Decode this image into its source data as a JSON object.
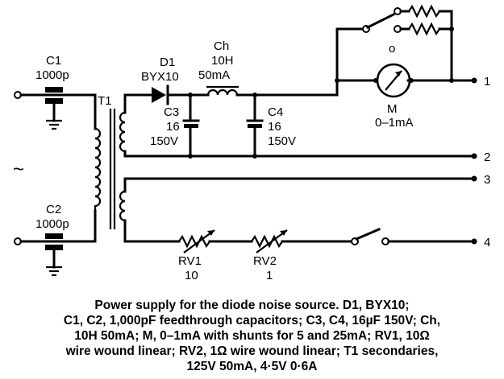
{
  "components": {
    "c1": {
      "ref": "C1",
      "value": "1000p"
    },
    "c2": {
      "ref": "C2",
      "value": "1000p"
    },
    "t1": {
      "ref": "T1"
    },
    "d1": {
      "ref": "D1",
      "value": "BYX10"
    },
    "ch": {
      "ref": "Ch",
      "inductance": "10H",
      "current": "50mA"
    },
    "c3": {
      "ref": "C3",
      "cap": "16",
      "volt": "150V"
    },
    "c4": {
      "ref": "C4",
      "cap": "16",
      "volt": "150V"
    },
    "m": {
      "ref": "M",
      "range": "0–1mA",
      "switch_mark": "o"
    },
    "rv1": {
      "ref": "RV1",
      "value": "10"
    },
    "rv2": {
      "ref": "RV2",
      "value": "1"
    },
    "ac_symbol": "~"
  },
  "terminals": [
    "1",
    "2",
    "3",
    "4"
  ],
  "caption": [
    "Power supply for the diode noise source. D1, BYX10;",
    "C1, C2, 1,000pF feedthrough capacitors; C3, C4, 16µF 150V; Ch,",
    "10H 50mA; M, 0–1mA with shunts for 5 and 25mA; RV1, 10Ω",
    "wire wound linear; RV2, 1Ω wire wound linear; T1 secondaries,",
    "125V 50mA, 4·5V 0·6A"
  ]
}
